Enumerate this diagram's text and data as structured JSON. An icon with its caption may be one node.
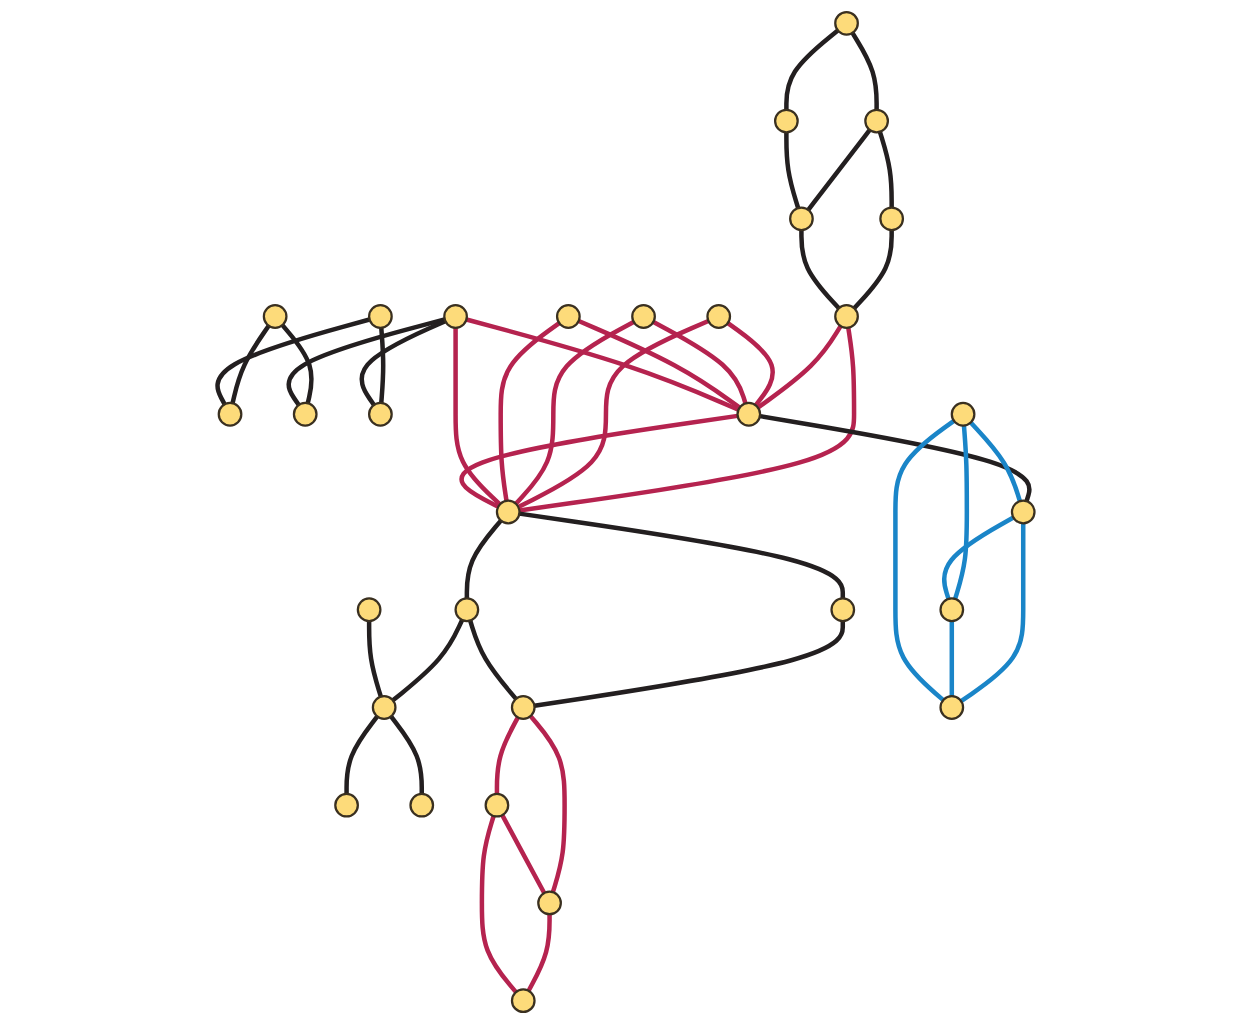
{
  "diagram": {
    "nodes": [
      {
        "text": [],
        "shape": "circle"
      },
      {
        "text": [],
        "shape": "circle"
      },
      {
        "text": [],
        "shape": "circle"
      },
      {
        "text": [],
        "shape": "circle"
      },
      {
        "text": [],
        "shape": "circle"
      },
      {
        "text": [],
        "shape": "circle"
      },
      {
        "text": [],
        "shape": "circle"
      },
      {
        "text": [],
        "shape": "circle"
      },
      {
        "text": [],
        "shape": "circle"
      },
      {
        "text": [],
        "shape": "circle"
      },
      {
        "text": [],
        "shape": "circle"
      },
      {
        "text": [],
        "shape": "circle"
      },
      {
        "text": [],
        "shape": "circle"
      },
      {
        "text": [],
        "shape": "circle"
      },
      {
        "text": [],
        "shape": "circle"
      },
      {
        "text": [],
        "shape": "circle"
      },
      {
        "text": [],
        "shape": "circle"
      },
      {
        "text": [],
        "shape": "circle"
      },
      {
        "text": [],
        "shape": "circle"
      },
      {
        "text": [],
        "shape": "circle"
      },
      {
        "text": [],
        "shape": "circle"
      },
      {
        "text": [],
        "shape": "circle"
      },
      {
        "text": [],
        "shape": "circle"
      },
      {
        "text": [],
        "shape": "circle"
      },
      {
        "text": [],
        "shape": "circle"
      },
      {
        "text": [],
        "shape": "circle"
      },
      {
        "text": [],
        "shape": "circle"
      },
      {
        "text": [],
        "shape": "circle"
      },
      {
        "text": [],
        "shape": "circle"
      },
      {
        "text": [],
        "shape": "circle"
      },
      {
        "text": [],
        "shape": "circle"
      }
    ],
    "edges": [
      {
        "from": 0,
        "to": 1,
        "arrow": "none"
      },
      {
        "from": 1,
        "to": 2,
        "arrow": "none"
      },
      {
        "from": 0,
        "to": 7,
        "arrow": "none"
      },
      {
        "from": 1,
        "to": 8,
        "arrow": "none"
      },
      {
        "from": 2,
        "to": 9,
        "arrow": "none"
      },
      {
        "from": 7,
        "to": 8,
        "arrow": "none"
      },
      {
        "from": 8,
        "to": 9,
        "arrow": "none"
      },
      {
        "from": 3,
        "to": 4,
        "arrow": "none"
      },
      {
        "from": 3,
        "to": 6,
        "arrow": "none"
      },
      {
        "from": 5,
        "to": 4,
        "arrow": "none"
      },
      {
        "from": 5,
        "to": 14,
        "arrow": "none"
      },
      {
        "from": 13,
        "to": 6,
        "arrow": "none"
      },
      {
        "from": 13,
        "to": 14,
        "arrow": "none"
      },
      {
        "from": 9,
        "to": 15,
        "arrow": "none",
        "color": "#b5234f"
      },
      {
        "from": 9,
        "to": 16,
        "arrow": "none",
        "color": "#b5234f"
      },
      {
        "from": 10,
        "to": 15,
        "arrow": "none",
        "color": "#b5234f"
      },
      {
        "from": 10,
        "to": 16,
        "arrow": "none",
        "color": "#b5234f"
      },
      {
        "from": 11,
        "to": 15,
        "arrow": "none",
        "color": "#b5234f"
      },
      {
        "from": 11,
        "to": 16,
        "arrow": "none",
        "color": "#b5234f"
      },
      {
        "from": 12,
        "to": 15,
        "arrow": "none",
        "color": "#b5234f"
      },
      {
        "from": 12,
        "to": 16,
        "arrow": "none",
        "color": "#b5234f"
      },
      {
        "from": 13,
        "to": 15,
        "arrow": "none",
        "color": "#b5234f"
      },
      {
        "from": 13,
        "to": 16,
        "arrow": "none",
        "color": "#b5234f"
      },
      {
        "from": 15,
        "to": 16,
        "arrow": "none",
        "color": "#b5234f"
      },
      {
        "from": 16,
        "to": 17,
        "arrow": "none"
      },
      {
        "from": 16,
        "to": 21,
        "arrow": "none"
      },
      {
        "from": 17,
        "to": 22,
        "arrow": "none"
      },
      {
        "from": 21,
        "to": 22,
        "arrow": "none"
      },
      {
        "from": 15,
        "to": 19,
        "arrow": "none"
      },
      {
        "from": 18,
        "to": 19,
        "arrow": "none",
        "color": "#1a85c8"
      },
      {
        "from": 18,
        "to": 25,
        "arrow": "none",
        "color": "#1a85c8"
      },
      {
        "from": 19,
        "to": 26,
        "arrow": "none",
        "color": "#1a85c8"
      },
      {
        "from": 25,
        "to": 26,
        "arrow": "none",
        "color": "#1a85c8"
      },
      {
        "from": 18,
        "to": 26,
        "arrow": "none",
        "color": "#1a85c8"
      },
      {
        "from": 19,
        "to": 25,
        "arrow": "none",
        "color": "#1a85c8"
      },
      {
        "from": 21,
        "to": 24,
        "arrow": "none"
      },
      {
        "from": 20,
        "to": 24,
        "arrow": "none"
      },
      {
        "from": 24,
        "to": 27,
        "arrow": "none"
      },
      {
        "from": 24,
        "to": 28,
        "arrow": "none"
      },
      {
        "from": 22,
        "to": 23,
        "arrow": "none",
        "color": "#b5234f"
      },
      {
        "from": 22,
        "to": 29,
        "arrow": "none",
        "color": "#b5234f"
      },
      {
        "from": 23,
        "to": 30,
        "arrow": "none",
        "color": "#b5234f"
      },
      {
        "from": 29,
        "to": 30,
        "arrow": "none",
        "color": "#b5234f"
      },
      {
        "from": 29,
        "to": 23,
        "arrow": "none",
        "color": "#b5234f"
      }
    ]
  }
}
